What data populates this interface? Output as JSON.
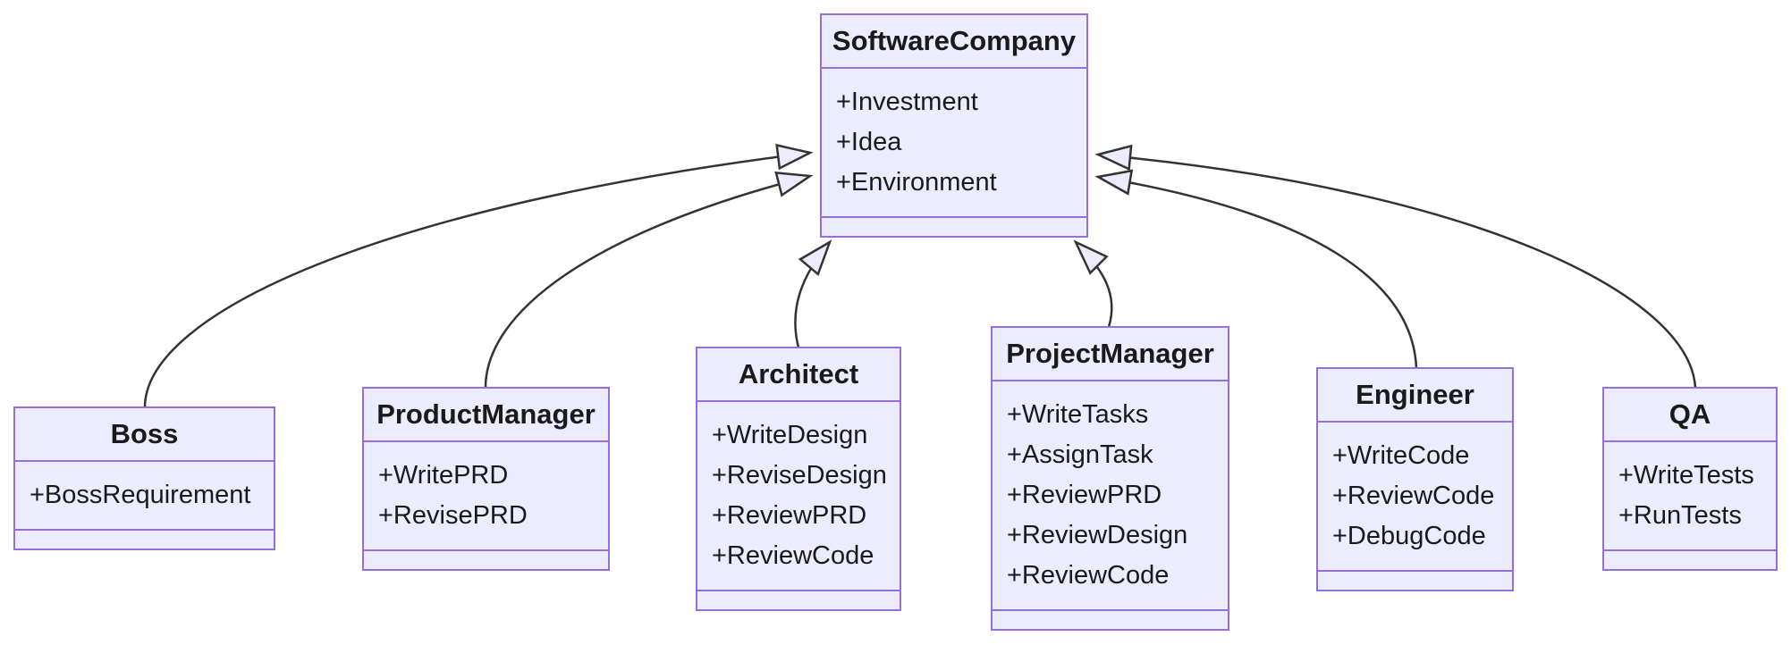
{
  "diagram": {
    "kind": "uml-class-diagram",
    "classes": [
      {
        "name": "SoftwareCompany",
        "attributes": [
          "+Investment",
          "+Idea",
          "+Environment"
        ],
        "methods": []
      },
      {
        "name": "Boss",
        "attributes": [
          "+BossRequirement"
        ],
        "methods": []
      },
      {
        "name": "ProductManager",
        "attributes": [
          "+WritePRD",
          "+RevisePRD"
        ],
        "methods": []
      },
      {
        "name": "Architect",
        "attributes": [
          "+WriteDesign",
          "+ReviseDesign",
          "+ReviewPRD",
          "+ReviewCode"
        ],
        "methods": []
      },
      {
        "name": "ProjectManager",
        "attributes": [
          "+WriteTasks",
          "+AssignTask",
          "+ReviewPRD",
          "+ReviewDesign",
          "+ReviewCode"
        ],
        "methods": []
      },
      {
        "name": "Engineer",
        "attributes": [
          "+WriteCode",
          "+ReviewCode",
          "+DebugCode"
        ],
        "methods": []
      },
      {
        "name": "QA",
        "attributes": [
          "+WriteTests",
          "+RunTests"
        ],
        "methods": []
      }
    ],
    "relations": [
      {
        "from": "Boss",
        "to": "SoftwareCompany",
        "type": "inheritance"
      },
      {
        "from": "ProductManager",
        "to": "SoftwareCompany",
        "type": "inheritance"
      },
      {
        "from": "Architect",
        "to": "SoftwareCompany",
        "type": "inheritance"
      },
      {
        "from": "ProjectManager",
        "to": "SoftwareCompany",
        "type": "inheritance"
      },
      {
        "from": "Engineer",
        "to": "SoftwareCompany",
        "type": "inheritance"
      },
      {
        "from": "QA",
        "to": "SoftwareCompany",
        "type": "inheritance"
      }
    ],
    "colors": {
      "node_fill": "#ECECFF",
      "node_border": "#9370DB",
      "edge": "#333333",
      "text": "#1a1a1a",
      "background": "#ffffff"
    }
  }
}
